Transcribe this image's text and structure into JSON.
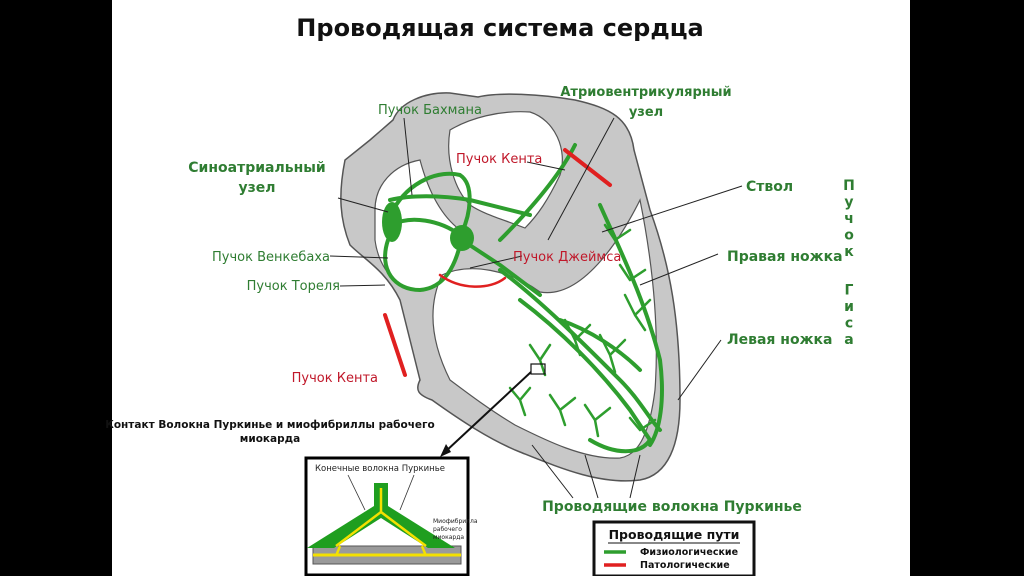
{
  "title": "Проводящая система сердца",
  "labels": {
    "bachmann": "Пучок Бахмана",
    "av_node_1": "Атриовентрикулярный",
    "av_node_2": "узел",
    "kent_top": "Пучок Кента",
    "sa_node_1": "Синоатриальный",
    "sa_node_2": "узел",
    "trunk": "Ствол",
    "wenckebach": "Пучок Венкебаха",
    "james": "Пучок Джеймса",
    "right_branch": "Правая ножка",
    "thorel": "Пучок Тореля",
    "left_branch": "Левая ножка",
    "kent_bottom": "Пучок Кента",
    "purkinje_fibers": "Проводящие волокна Пуркинье",
    "his_bundle_vertical": "Пучок Гиса",
    "contact_1": "Контакт Волокна Пуркинье и миофибриллы рабочего",
    "contact_2": "миокарда"
  },
  "inset": {
    "terminal_fibers": "Конечные волокна Пуркинье",
    "myofibril_1": "Миофибрилла",
    "myofibril_2": "рабочего",
    "myofibril_3": "миокарда"
  },
  "legend": {
    "title": "Проводящие пути",
    "items": [
      {
        "label": "Физиологические",
        "color": "#2e9e2e"
      },
      {
        "label": "Патологические",
        "color": "#e02020"
      }
    ]
  },
  "colors": {
    "physiological": "#2e9e2e",
    "pathological": "#e02020",
    "label_green": "#2f7d32",
    "label_red": "#c0182a",
    "heart_wall": "#c8c8c8"
  }
}
